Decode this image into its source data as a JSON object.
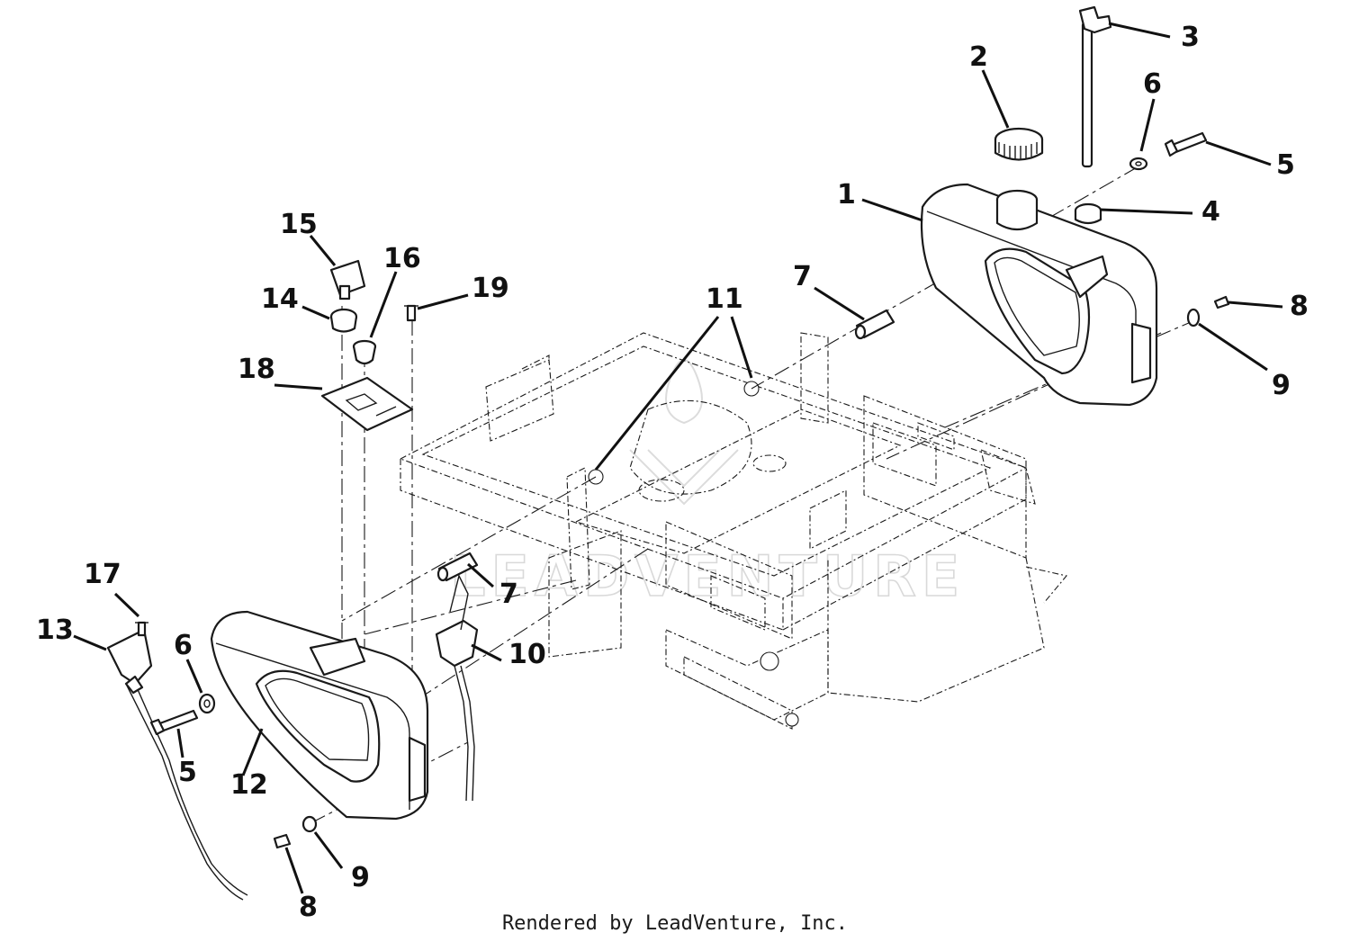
{
  "diagram": {
    "callouts": [
      {
        "number": "1"
      },
      {
        "number": "2"
      },
      {
        "number": "3"
      },
      {
        "number": "6"
      },
      {
        "number": "5"
      },
      {
        "number": "4"
      },
      {
        "number": "7"
      },
      {
        "number": "11"
      },
      {
        "number": "8"
      },
      {
        "number": "9"
      },
      {
        "number": "15"
      },
      {
        "number": "16"
      },
      {
        "number": "14"
      },
      {
        "number": "19"
      },
      {
        "number": "18"
      },
      {
        "number": "7"
      },
      {
        "number": "17"
      },
      {
        "number": "13"
      },
      {
        "number": "6"
      },
      {
        "number": "10"
      },
      {
        "number": "5"
      },
      {
        "number": "12"
      },
      {
        "number": "9"
      },
      {
        "number": "8"
      }
    ]
  },
  "watermark": {
    "text": "LEADVENTURE"
  },
  "footer": {
    "credit": "Rendered by LeadVenture, Inc."
  }
}
